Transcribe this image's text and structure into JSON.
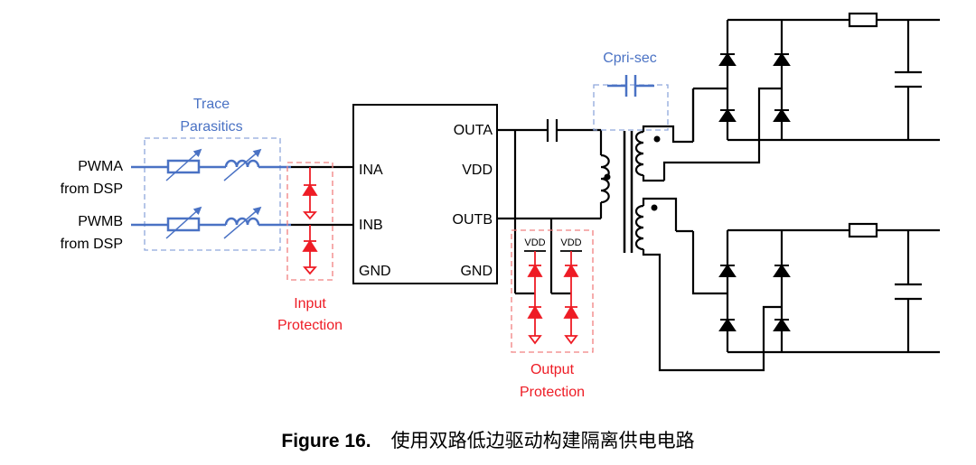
{
  "labels": {
    "pwma_1": "PWMA",
    "pwma_2": "from DSP",
    "pwmb_1": "PWMB",
    "pwmb_2": "from DSP",
    "trace_1": "Trace",
    "trace_2": "Parasitics",
    "input_prot_1": "Input",
    "input_prot_2": "Protection",
    "output_prot_1": "Output",
    "output_prot_2": "Protection",
    "cprisec": "Cpri-sec",
    "ina": "INA",
    "inb": "INB",
    "gnd_left": "GND",
    "outa": "OUTA",
    "vdd": "VDD",
    "outb": "OUTB",
    "gnd_right": "GND",
    "vdd_small_1": "VDD",
    "vdd_small_2": "VDD"
  },
  "caption": {
    "figure": "Figure 16.",
    "text": "使用双路低边驱动构建隔离供电电路"
  },
  "colors": {
    "trace": "#4a72c4",
    "protection": "#ee1c25",
    "wire": "#000000",
    "dashed_blue": "#8fa8dc",
    "dashed_red": "#f08080"
  }
}
